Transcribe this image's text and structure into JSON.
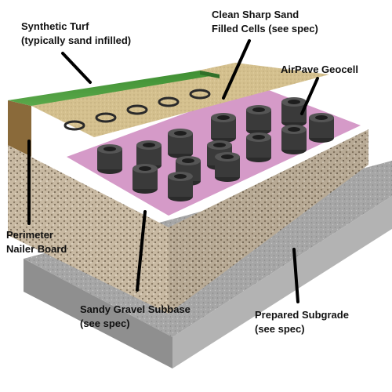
{
  "labels": {
    "synthetic_turf": {
      "line1": "Synthetic Turf",
      "line2": "(typically sand infilled)"
    },
    "sand_cells": {
      "line1": "Clean Sharp Sand",
      "line2": "Filled Cells (see spec)"
    },
    "geocell": {
      "line1": "AirPave Geocell"
    },
    "nailer": {
      "line1": "Perimeter",
      "line2": "Nailer Board"
    },
    "subbase": {
      "line1": "Sandy Gravel Subbase",
      "line2": "(see spec)"
    },
    "subgrade": {
      "line1": "Prepared Subgrade",
      "line2": "(see spec)"
    }
  },
  "colors": {
    "turf": "#4a9a3c",
    "soil": "#8a6a3a",
    "sand": "#d2bd8a",
    "membrane": "#d59ac8",
    "gravel": "#c8b9a2",
    "subgrade": "#a9a9a9",
    "geocell": "#3a3a3a",
    "leader": "#000000"
  }
}
